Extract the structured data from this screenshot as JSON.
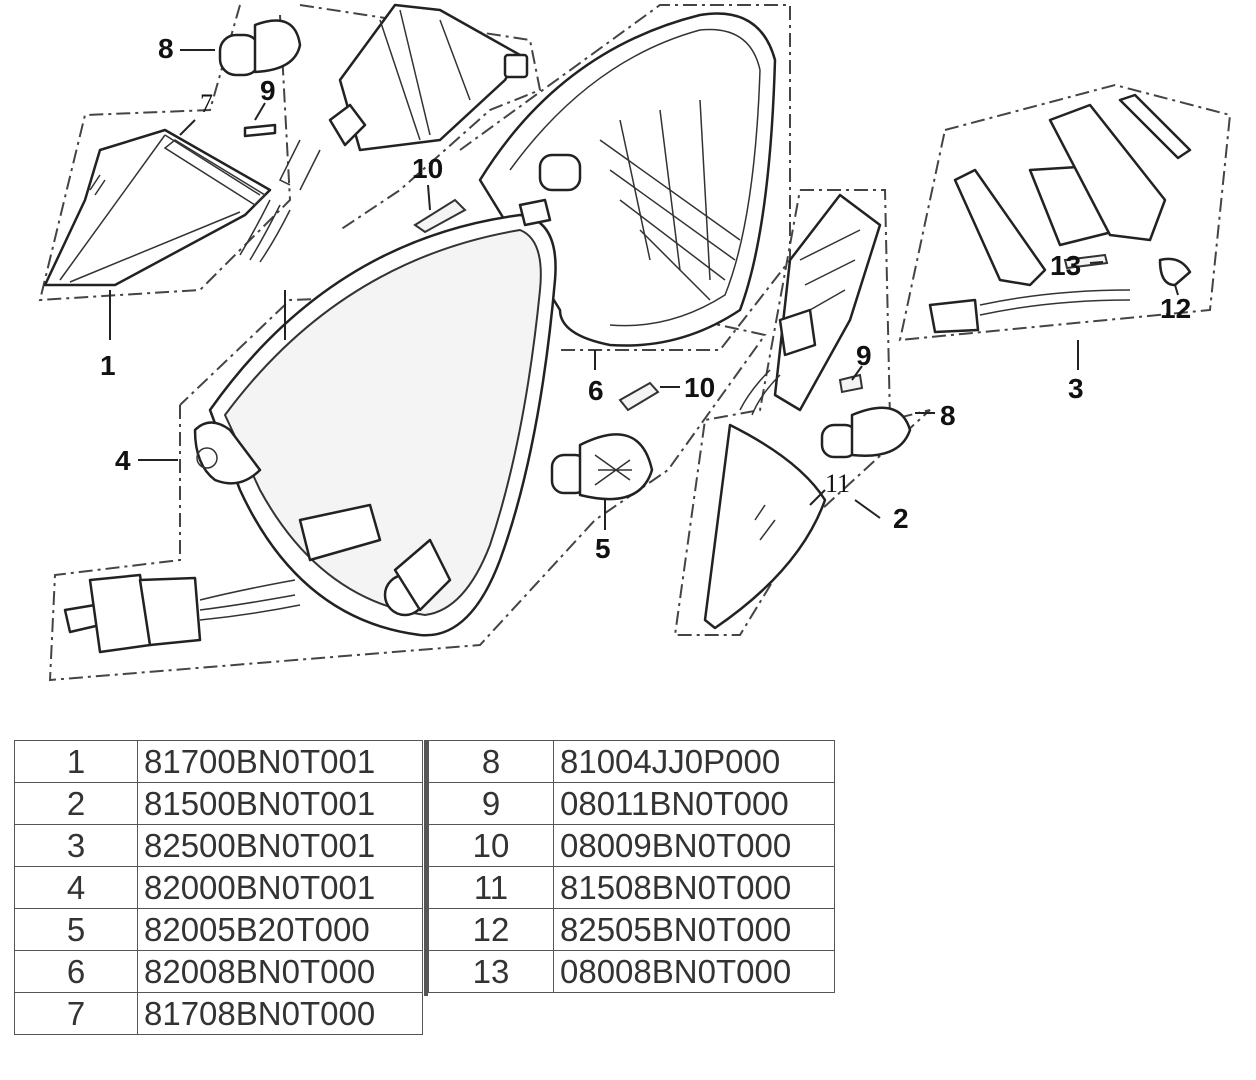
{
  "callouts": {
    "c1": "1",
    "c2": "2",
    "c3": "3",
    "c4": "4",
    "c5": "5",
    "c6": "6",
    "c7": "7",
    "c8a": "8",
    "c8b": "8",
    "c9a": "9",
    "c9b": "9",
    "c10a": "10",
    "c10b": "10",
    "c11": "11",
    "c12": "12",
    "c13": "13"
  },
  "parts_left": [
    {
      "ref": "1",
      "code": "81700BN0T001"
    },
    {
      "ref": "2",
      "code": "81500BN0T001"
    },
    {
      "ref": "3",
      "code": "82500BN0T001"
    },
    {
      "ref": "4",
      "code": "82000BN0T001"
    },
    {
      "ref": "5",
      "code": "82005B20T000"
    },
    {
      "ref": "6",
      "code": "82008BN0T000"
    },
    {
      "ref": "7",
      "code": "81708BN0T000"
    }
  ],
  "parts_right": [
    {
      "ref": "8",
      "code": "81004JJ0P000"
    },
    {
      "ref": "9",
      "code": "08011BN0T000"
    },
    {
      "ref": "10",
      "code": "08009BN0T000"
    },
    {
      "ref": "11",
      "code": "81508BN0T000"
    },
    {
      "ref": "12",
      "code": "82505BN0T000"
    },
    {
      "ref": "13",
      "code": "08008BN0T000"
    }
  ]
}
